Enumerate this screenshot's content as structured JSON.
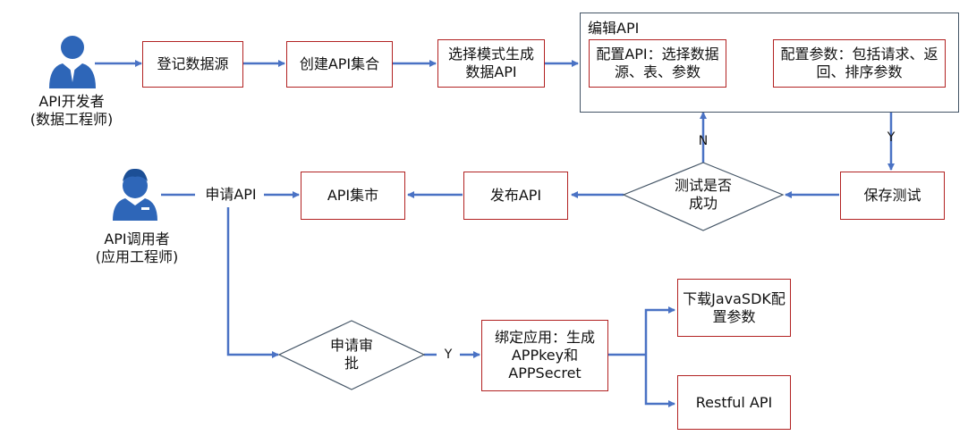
{
  "developer": {
    "title": "API开发者",
    "subtitle": "(数据工程师)"
  },
  "consumer": {
    "title": "API调用者",
    "subtitle": "(应用工程师)"
  },
  "steps": {
    "register": "登记数据源",
    "create": "创建API集合",
    "generate": "选择模式生成数据API",
    "save_test": "保存测试",
    "publish": "发布API",
    "market": "API集市",
    "bind": "绑定应用：生成APPkey和APPSecret",
    "sdk": "下载JavaSDK配置参数",
    "restful": "Restful API"
  },
  "edit_group": {
    "title": "编辑API",
    "config_api": "配置API：选择数据源、表、参数",
    "config_params": "配置参数：包括请求、返回、排序参数"
  },
  "decisions": {
    "test_success": "测试是否成功",
    "approval": "申请审批"
  },
  "labels": {
    "apply": "申请API",
    "yes": "Y",
    "no": "N"
  },
  "colors": {
    "box_border": "#b22222",
    "arrow": "#4a72c4",
    "person": "#2e66b8"
  }
}
